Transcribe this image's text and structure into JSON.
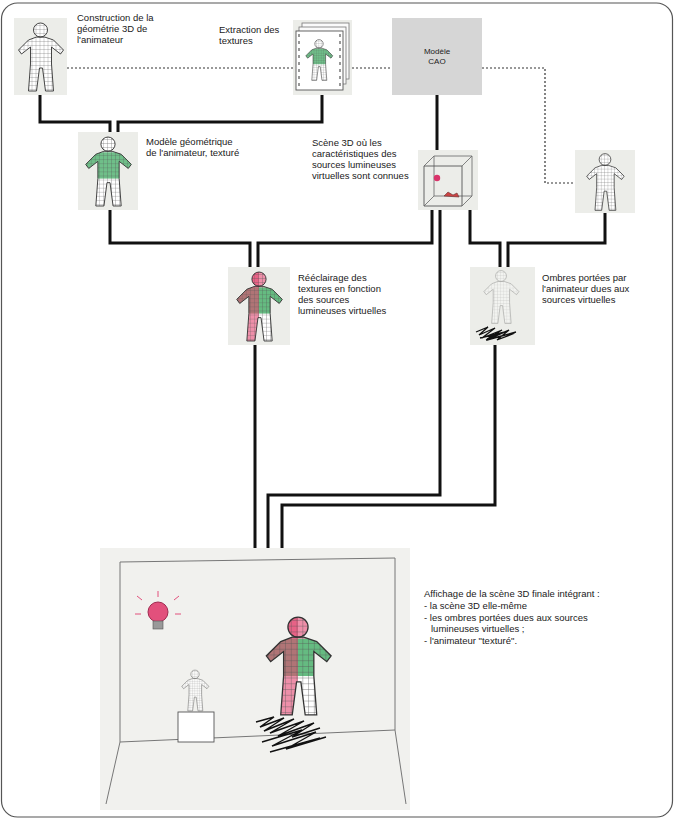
{
  "diagram": {
    "nodes": [
      {
        "text": [
          "Construction de la géométrie 3D de l'animateur"
        ]
      },
      {
        "text": [
          "Extraction des textures"
        ]
      },
      {
        "text": [
          "Modèle CAO"
        ]
      },
      {
        "text": [
          "Modèle géométrique de l'animateur, texturé"
        ]
      },
      {
        "text": [
          "Scène 3D où les caractéristiques des sources lumineuses virtuelles sont connues"
        ]
      },
      {
        "text": [
          "Rééclairage des textures en fonction des sources lumineuses virtuelles"
        ]
      },
      {
        "text": [
          "Ombres portées par l'animateur dues aux sources virtuelles"
        ]
      },
      {
        "text": [
          "Affichage de la scène 3D finale intégrant :",
          "- la scène 3D elle-même",
          "- les ombres portées dues aux sources lumineuses virtuelles ;",
          "- l'animateur \"texturé\"."
        ]
      }
    ],
    "edges": [
      {
        "from": 0,
        "to": 1,
        "arrow": "none"
      },
      {
        "from": 1,
        "to": 2,
        "arrow": "none"
      },
      {
        "from": 0,
        "to": 3,
        "arrow": "none"
      },
      {
        "from": 1,
        "to": 3,
        "arrow": "none"
      },
      {
        "from": 2,
        "to": 4,
        "arrow": "none"
      },
      {
        "from": 3,
        "to": 5,
        "arrow": "none"
      },
      {
        "from": 4,
        "to": 5,
        "arrow": "none"
      },
      {
        "from": 4,
        "to": 6,
        "arrow": "none"
      },
      {
        "from": 5,
        "to": 7,
        "arrow": "none"
      },
      {
        "from": 4,
        "to": 7,
        "arrow": "none"
      },
      {
        "from": 6,
        "to": 7,
        "arrow": "none"
      }
    ]
  }
}
